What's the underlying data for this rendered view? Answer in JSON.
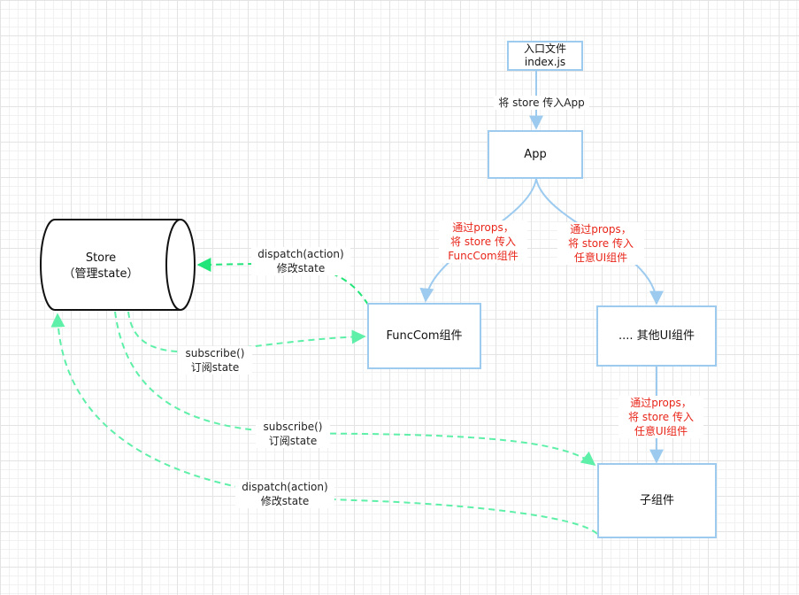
{
  "nodes": {
    "entry": {
      "line1": "入口文件",
      "line2": "index.js"
    },
    "app": "App",
    "funccom": "FuncCom组件",
    "other_ui": ".... 其他UI组件",
    "child": "子组件",
    "store": {
      "line1": "Store",
      "line2": "（管理state）"
    }
  },
  "edges": {
    "entry_to_app": "将 store 传入App",
    "app_to_funccom": [
      "通过props，",
      "将 store 传入",
      "FuncCom组件"
    ],
    "app_to_other": [
      "通过props，",
      "将 store 传入",
      "任意UI组件"
    ],
    "other_to_child": [
      "通过props，",
      "将 store 传入",
      "任意UI组件"
    ],
    "funccom_dispatch": [
      "dispatch(action)",
      "修改state"
    ],
    "store_subscribe_funccom": [
      "subscribe()",
      "订阅state"
    ],
    "store_subscribe_child": [
      "subscribe()",
      "订阅state"
    ],
    "child_dispatch": [
      "dispatch(action)",
      "修改state"
    ]
  },
  "colors": {
    "box_border": "#9dcbf0",
    "arrow_blue": "#9dcbf0",
    "arrow_green": "#5ef0a8",
    "arrow_green_bright": "#22e57a",
    "label_red": "#e8261a"
  }
}
